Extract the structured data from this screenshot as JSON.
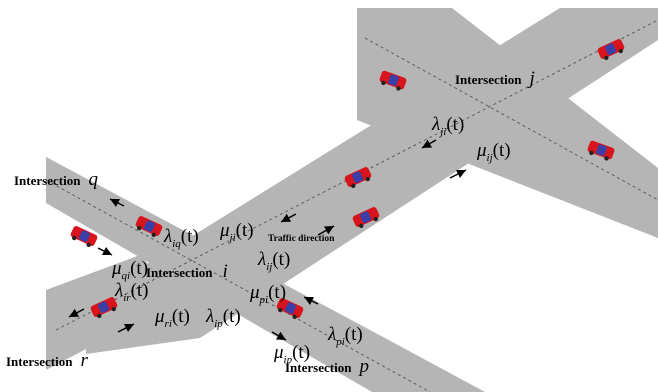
{
  "intersections": [
    {
      "id": "j",
      "word": "Intersection",
      "symbol": "j"
    },
    {
      "id": "q",
      "word": "Intersection",
      "symbol": "q"
    },
    {
      "id": "i",
      "word": "Intersection",
      "symbol": "i"
    },
    {
      "id": "r",
      "word": "Intersection",
      "symbol": "r"
    },
    {
      "id": "p",
      "word": "Intersection",
      "symbol": "p"
    }
  ],
  "flows": [
    {
      "id": "lambda-ji",
      "greek": "λ",
      "sub": "ji",
      "arg": "(t)"
    },
    {
      "id": "mu-ij",
      "greek": "μ",
      "sub": "ij",
      "arg": "(t)"
    },
    {
      "id": "lambda-iq",
      "greek": "λ",
      "sub": "iq",
      "arg": "(t)"
    },
    {
      "id": "mu-ji",
      "greek": "μ",
      "sub": "ji",
      "arg": "(t)"
    },
    {
      "id": "lambda-ij",
      "greek": "λ",
      "sub": "ij",
      "arg": "(t)"
    },
    {
      "id": "mu-qi",
      "greek": "μ",
      "sub": "qi",
      "arg": "(t)"
    },
    {
      "id": "lambda-ir",
      "greek": "λ",
      "sub": "ir",
      "arg": "(t)"
    },
    {
      "id": "mu-pi",
      "greek": "μ",
      "sub": "pi",
      "arg": "(t)"
    },
    {
      "id": "mu-ri",
      "greek": "μ",
      "sub": "ri",
      "arg": "(t)"
    },
    {
      "id": "lambda-ip",
      "greek": "λ",
      "sub": "ip",
      "arg": "(t)"
    },
    {
      "id": "lambda-pi",
      "greek": "λ",
      "sub": "pi",
      "arg": "(t)"
    },
    {
      "id": "mu-ip",
      "greek": "μ",
      "sub": "ip",
      "arg": "(t)"
    }
  ],
  "traffic_direction_label": "Traffic direction",
  "colors": {
    "road": "#b5b5b5",
    "road_edge": "#8a8a8a",
    "lane_line": "#555555",
    "car_body": "#d8141c",
    "car_window": "#3a3fa8"
  }
}
